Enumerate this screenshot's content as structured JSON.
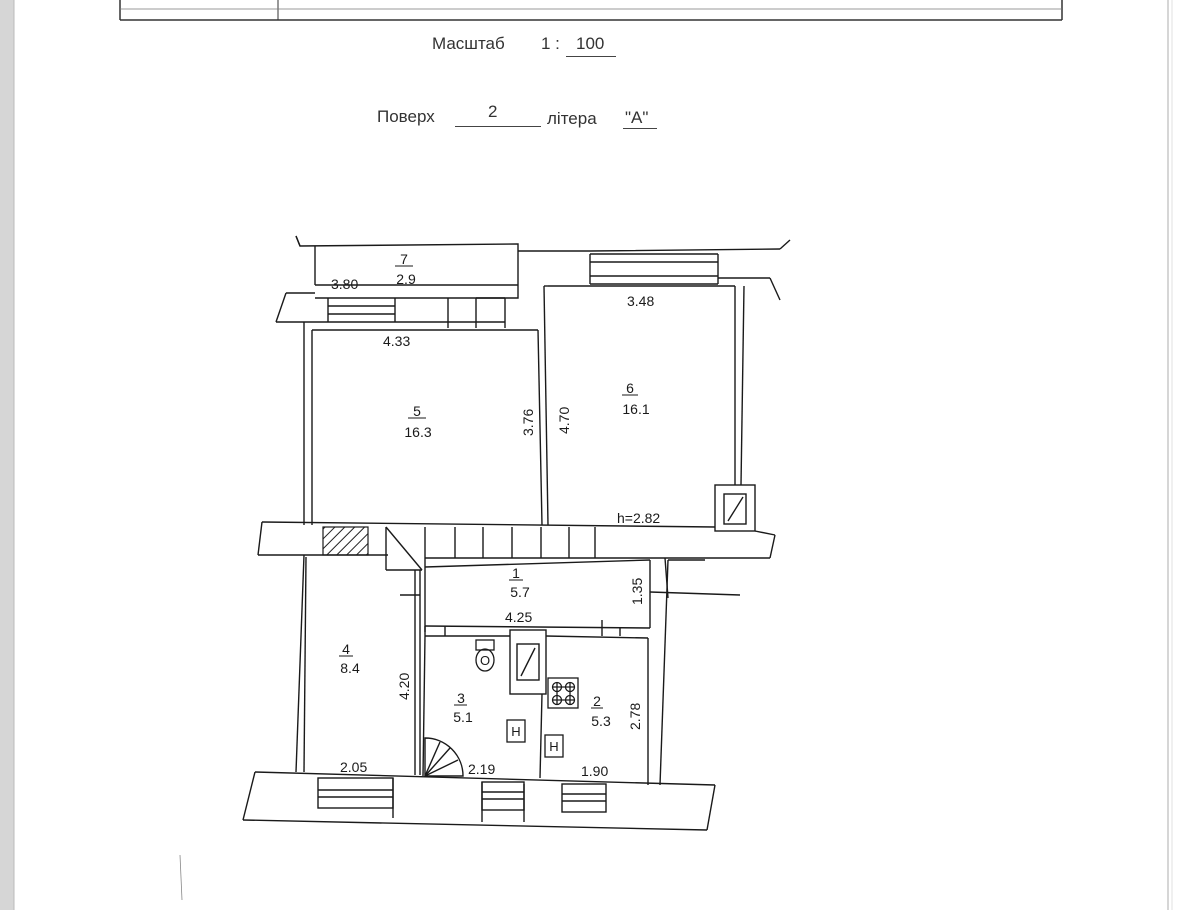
{
  "header": {
    "scale_label": "Масштаб",
    "scale_prefix": "1 :",
    "scale_value": "100",
    "floor_label": "Поверх",
    "floor_value": "2",
    "letter_label": "літера",
    "letter_value": "\"А\""
  },
  "rooms": [
    {
      "number": "7",
      "area": "2.9"
    },
    {
      "number": "6",
      "area": "16.1"
    },
    {
      "number": "5",
      "area": "16.3"
    },
    {
      "number": "1",
      "area": "5.7"
    },
    {
      "number": "4",
      "area": "8.4"
    },
    {
      "number": "3",
      "area": "5.1"
    },
    {
      "number": "2",
      "area": "5.3"
    }
  ],
  "dimensions": {
    "d_380": "3.80",
    "d_348": "3.48",
    "d_433": "4.33",
    "d_376": "3.76",
    "d_470": "4.70",
    "ceiling_height": "h=2.82",
    "d_135": "1.35",
    "d_425": "4.25",
    "d_420": "4.20",
    "d_278": "2.78",
    "d_205": "2.05",
    "d_219": "2.19",
    "d_190": "1.90"
  },
  "icons": {
    "toilet_glyph": "O",
    "sink_glyph": "Н",
    "sink2_glyph": "Н"
  }
}
